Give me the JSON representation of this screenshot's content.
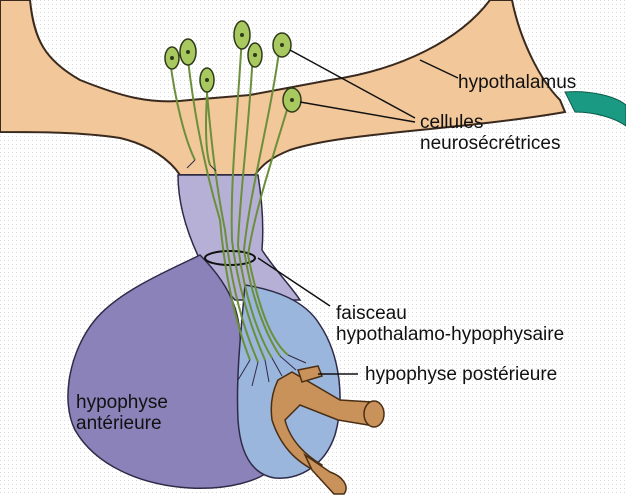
{
  "labels": {
    "hypothalamus": "hypothalamus",
    "cellules_line1": "cellules",
    "cellules_line2": "neurosécrétrices",
    "faisceau_line1": "faisceau",
    "faisceau_line2": "hypothalamo-hypophysaire",
    "posterieure": "hypophyse postérieure",
    "anterieure_line1": "hypophyse",
    "anterieure_line2": "antérieure"
  },
  "colors": {
    "hypothalamus_fill": "#f2c79a",
    "hypothalamus_outline": "#3a2a1e",
    "anterior_fill": "#8a82b8",
    "posterior_fill": "#9ab6dc",
    "stalk_fill": "#b7b0d6",
    "axon": "#6b8f3a",
    "neuron_fill": "#a8c860",
    "vessel_fill": "#c8925a",
    "arrow_teal": "#1a9a82"
  }
}
